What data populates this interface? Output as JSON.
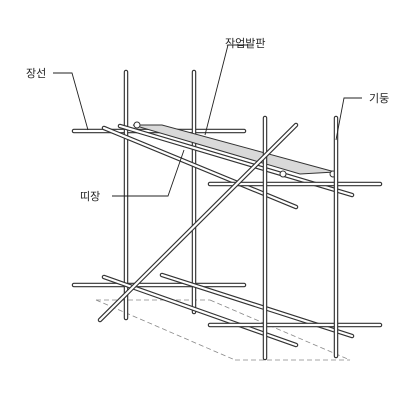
{
  "labels": {
    "jangseon": "장선",
    "platform": "작업발판",
    "column": "기둥",
    "ttijang": "띠장"
  },
  "colors": {
    "tube_outline": "#333333",
    "tube_fill": "#ffffff",
    "platform_fill": "#d9d9d9",
    "ground_dash": "#888888"
  }
}
